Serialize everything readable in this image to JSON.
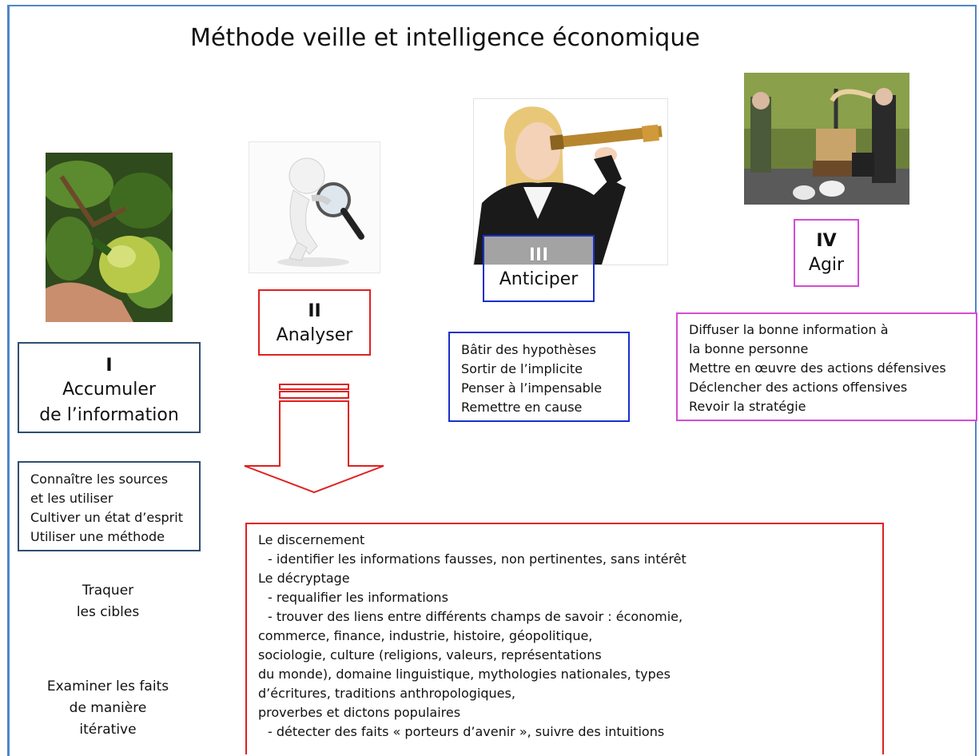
{
  "title": "Méthode veille et intelligence économique",
  "steps": [
    {
      "roman": "I",
      "label_lines": [
        "Accumuler",
        "de l’information"
      ],
      "details": [
        "Connaître les sources",
        "et les utiliser",
        "Cultiver un état d’esprit",
        "Utiliser une méthode"
      ],
      "image": "apple-picking-photo"
    },
    {
      "roman": "II",
      "label_lines": [
        "Analyser"
      ],
      "image": "magnifying-glass-figure"
    },
    {
      "roman": "III",
      "label_lines": [
        "Anticiper"
      ],
      "details": [
        "Bâtir des hypothèses",
        "Sortir de l’implicite",
        "Penser à l’impensable",
        "Remettre en cause"
      ],
      "image": "woman-telescope-photo"
    },
    {
      "roman": "IV",
      "label_lines": [
        "Agir"
      ],
      "details": [
        "Diffuser la bonne information à",
        "la bonne personne",
        "Mettre en œuvre des actions défensives",
        "Déclencher des actions offensives",
        "Revoir la stratégie"
      ],
      "image": "wine-press-photo"
    }
  ],
  "side_notes": [
    [
      "Traquer",
      "les cibles"
    ],
    [
      "Examiner les faits",
      "de manière",
      "itérative"
    ]
  ],
  "analysis_details": [
    "Le discernement",
    "   - identifier les informations fausses, non pertinentes, sans intérêt",
    "Le décryptage",
    "   - requalifier les informations",
    "   - trouver des liens entre différents champs de savoir : économie,",
    "commerce, finance, industrie, histoire, géopolitique,",
    "sociologie, culture (religions, valeurs, représentations",
    "du monde), domaine linguistique, mythologies nationales, types",
    "d’écritures, traditions anthropologiques,",
    "proverbes et dictons populaires",
    "   - détecter des faits « porteurs d’avenir », suivre des intuitions"
  ],
  "colors": {
    "frame": "#4f86c6",
    "step1": "#2f4e6e",
    "step2": "#e02020",
    "step3": "#1a2fc9",
    "step4": "#d64bd6"
  }
}
